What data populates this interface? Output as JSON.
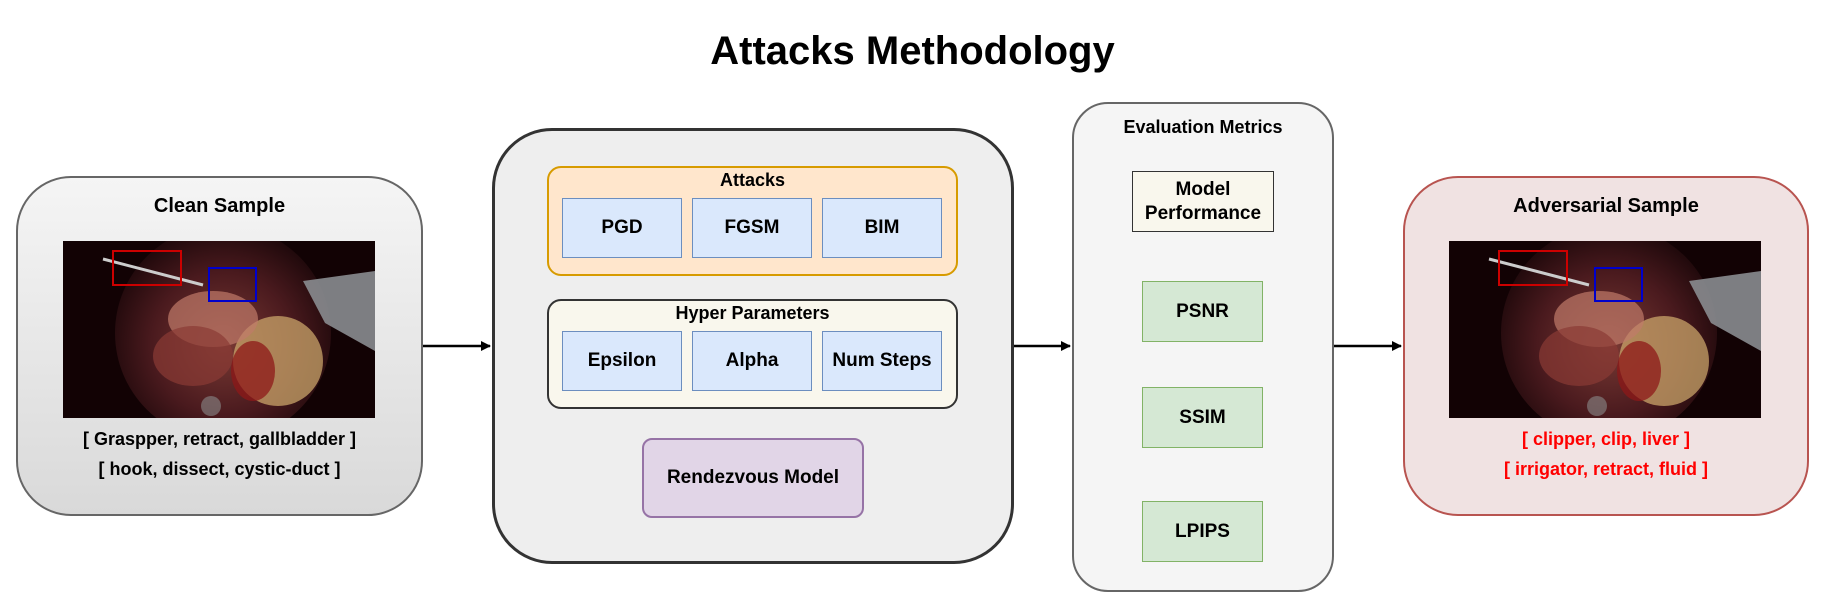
{
  "title": "Attacks Methodology",
  "clean_sample": {
    "title": "Clean Sample",
    "labels": [
      "[ Graspper, retract, gallbladder ]",
      "[ hook, dissect, cystic-duct ]"
    ]
  },
  "attacks": {
    "title": "Attacks",
    "items": [
      "PGD",
      "FGSM",
      "BIM"
    ]
  },
  "hyper_parameters": {
    "title": "Hyper Parameters",
    "items": [
      "Epsilon",
      "Alpha",
      "Num Steps"
    ]
  },
  "model": {
    "label": "Rendezvous Model"
  },
  "evaluation": {
    "title": "Evaluation Metrics",
    "performance_line1": "Model",
    "performance_line2": "Performance",
    "metrics": [
      "PSNR",
      "SSIM",
      "LPIPS"
    ]
  },
  "adversarial_sample": {
    "title": "Adversarial Sample",
    "labels": [
      "[ clipper, clip, liver ]",
      "[ irrigator, retract, fluid ]"
    ]
  },
  "colors": {
    "attacks_fill": "#ffe6cc",
    "attacks_border": "#d79b00",
    "chip_fill": "#dae8fc",
    "chip_border": "#6c8ebf",
    "model_fill": "#e1d5e7",
    "model_border": "#9673a6",
    "metric_fill": "#d5e8d4",
    "metric_border": "#82b366",
    "adversarial_panel_fill": "#f0e2e2",
    "adversarial_panel_border": "#b85450",
    "adversarial_label_text": "#ff0000",
    "bbox_red": "#cc0000",
    "bbox_blue": "#0000cc"
  }
}
